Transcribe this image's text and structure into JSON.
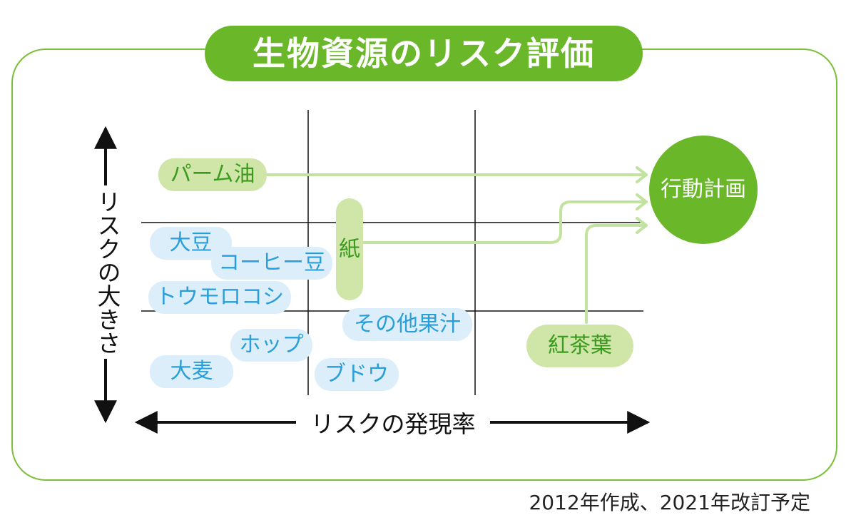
{
  "title": "生物資源のリスク評価",
  "axes": {
    "y_label": "リスクの大きさ",
    "x_label": "リスクの発現率"
  },
  "items": {
    "palm_oil": "パーム油",
    "soybean": "大豆",
    "coffee_bean": "コーヒー豆",
    "corn": "トウモロコシ",
    "paper": "紙",
    "other_juice": "その他果汁",
    "hops": "ホップ",
    "barley": "大麦",
    "grape": "ブドウ",
    "tea_leaf": "紅茶葉"
  },
  "action_plan": "行動計画",
  "footer_note": "2012年作成、2021年改訂予定",
  "colors": {
    "accent_green": "#6ab82a",
    "light_green": "#cfe6a8",
    "light_blue": "#dbeefa",
    "blue_text": "#2a9ed8"
  }
}
